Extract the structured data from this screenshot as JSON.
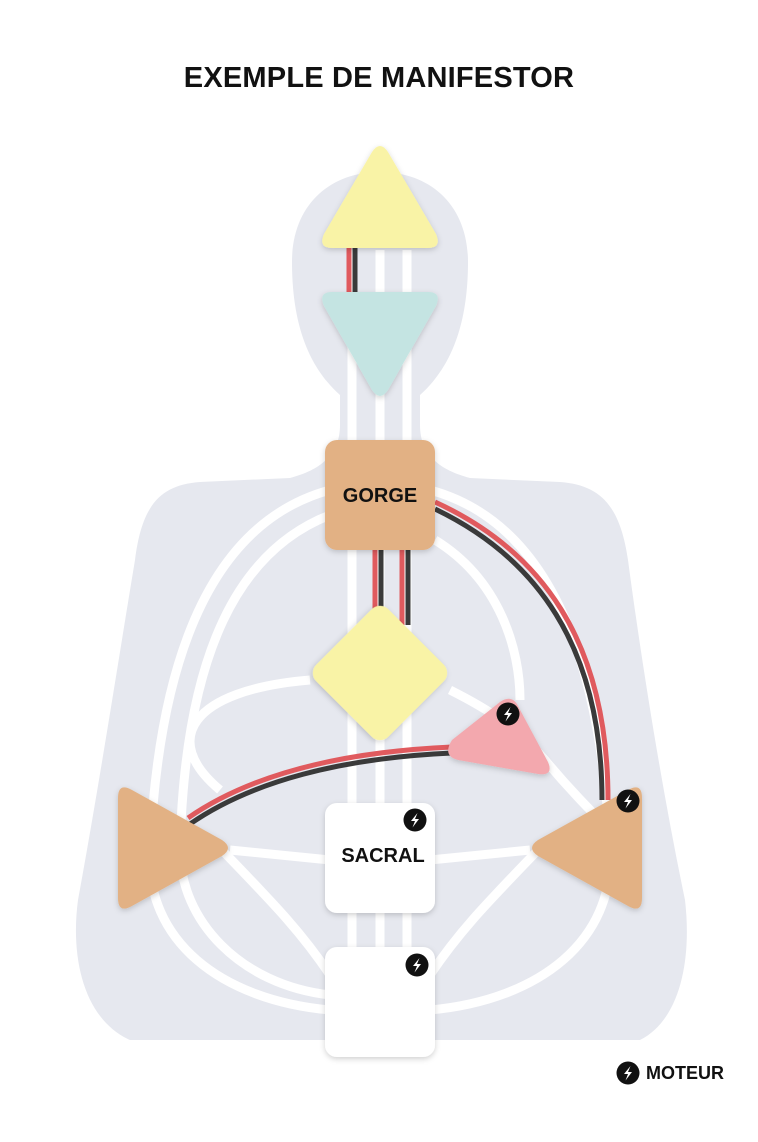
{
  "title": "EXEMPLE DE MANIFESTOR",
  "centers": {
    "head": {
      "label": "",
      "color": "#f9f3a6"
    },
    "ajna": {
      "label": "",
      "color": "#c4e4e2"
    },
    "throat": {
      "label": "GORGE",
      "color": "#e2b184"
    },
    "g": {
      "label": "",
      "color": "#f9f3a6"
    },
    "heart": {
      "label": "",
      "color": "#f3a8ae",
      "motor": true
    },
    "spleen": {
      "label": "",
      "color": "#e2b184"
    },
    "solar_plexus": {
      "label": "",
      "color": "#e2b184",
      "motor": true
    },
    "sacral": {
      "label": "SACRAL",
      "color": "#ffffff",
      "motor": true
    },
    "root": {
      "label": "",
      "color": "#ffffff",
      "motor": true
    }
  },
  "colors": {
    "body": "#e6e8ef",
    "channel_inactive": "#ffffff",
    "channel_red": "#e05a5e",
    "channel_black": "#3a3a3a"
  },
  "legend": {
    "icon": "lightning-bolt-icon",
    "label": "MOTEUR"
  }
}
